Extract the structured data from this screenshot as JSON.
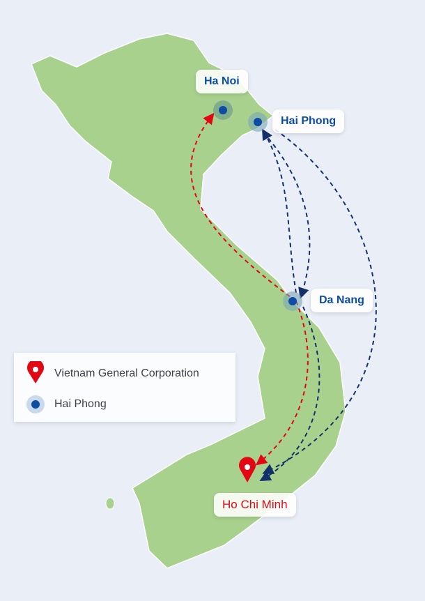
{
  "cities": {
    "ha_noi": "Ha Noi",
    "hai_phong": "Hai Phong",
    "da_nang": "Da Nang",
    "ho_chi_minh": "Ho Chi Minh"
  },
  "legend": {
    "items": [
      {
        "label": "Vietnam General Corporation",
        "icon": "map-pin-icon"
      },
      {
        "label": "Hai Phong",
        "icon": "city-dot-icon"
      }
    ]
  },
  "colors": {
    "land": "#a9d18e",
    "background": "#e9eef7",
    "hq_route": "#e30613",
    "branch_route": "#13306b",
    "city_dot": "#0d4ca3"
  }
}
